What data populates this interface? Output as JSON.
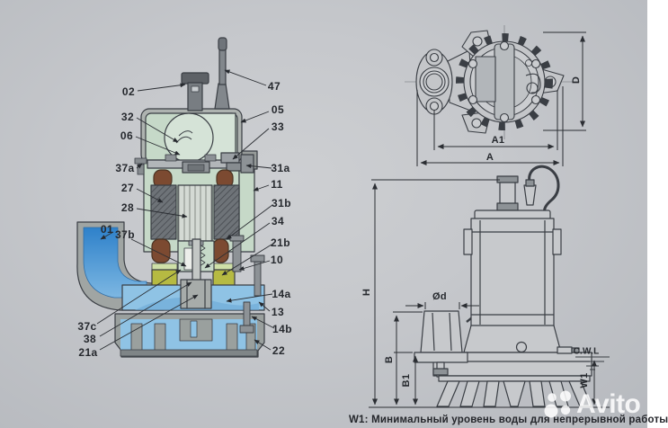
{
  "page": {
    "note": "W1: Минимальный уровень воды для непрерывной работы",
    "watermark_text": "Avito"
  },
  "parts": {
    "p02": "02",
    "p32": "32",
    "p06": "06",
    "p37a": "37a",
    "p27": "27",
    "p28": "28",
    "p01": "01",
    "p37b": "37b",
    "p37c": "37c",
    "p38": "38",
    "p21a": "21a",
    "p47": "47",
    "p05": "05",
    "p33": "33",
    "p31a": "31a",
    "p11": "11",
    "p31b": "31b",
    "p34": "34",
    "p21b": "21b",
    "p10": "10",
    "p14a": "14a",
    "p13": "13",
    "p14b": "14b",
    "p22": "22"
  },
  "dims": {
    "H": "H",
    "B": "B",
    "B1": "B1",
    "W1": "W1",
    "Od": "Ød",
    "A": "A",
    "A1": "A1",
    "D": "D",
    "cwl": "C.W.L"
  },
  "colors": {
    "paper": "#c6c8cc",
    "line": "#3a3e44",
    "label": "#26292e",
    "mint": "#c6d9c8",
    "olive": "#b6ba42",
    "copper": "#7c4a31",
    "stator": "#6e7378",
    "water_dark": "#2e81ca",
    "water_light": "#8fc3e5",
    "watermark": "#ffffff"
  }
}
